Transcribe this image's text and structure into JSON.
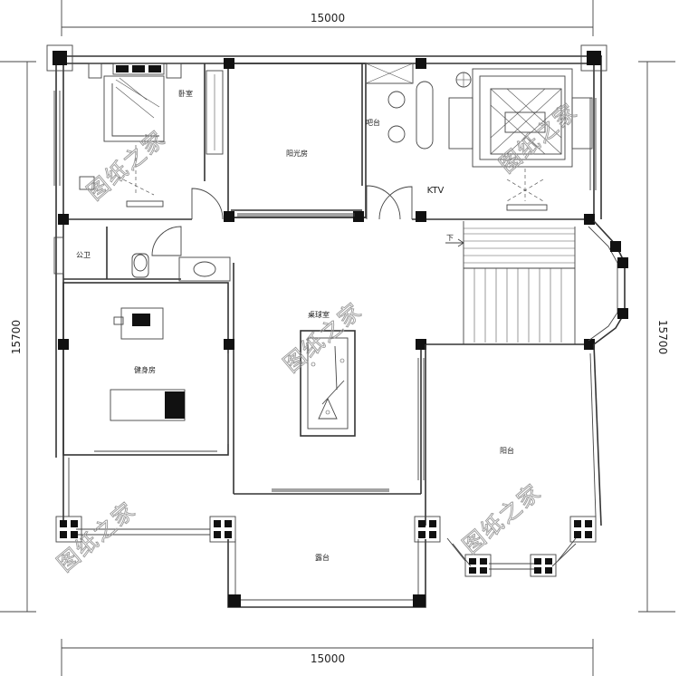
{
  "dimensions": {
    "top_width": "15000",
    "bottom_width": "15000",
    "left_depth": "15700",
    "right_depth": "15700"
  },
  "rooms": {
    "bedroom": "卧室",
    "sunroom": "阳光房",
    "bar": "吧台",
    "ktv": "KTV",
    "bathroom": "公卫",
    "gym": "健身房",
    "billiards": "桌球室",
    "balcony": "阳台",
    "terrace": "露台",
    "stairs_down": "下"
  },
  "watermark": "图纸之家",
  "colors": {
    "line": "#333333",
    "watermark": "#9a9a9a"
  }
}
